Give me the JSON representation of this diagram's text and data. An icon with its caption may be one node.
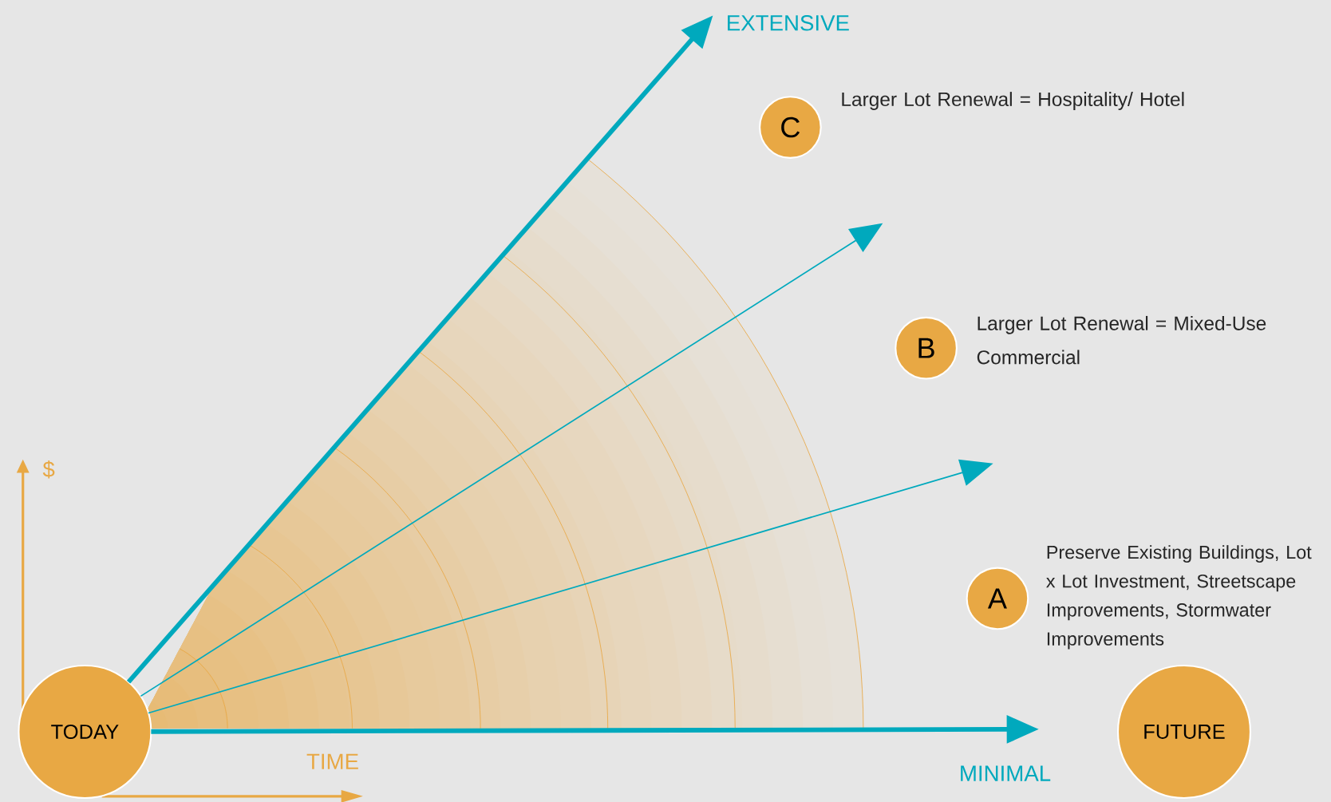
{
  "diagram": {
    "nodes": [
      {
        "text": [
          "C"
        ],
        "beside": [
          "Larger Lot Renewal = Hospitality/ Hotel"
        ]
      },
      {
        "text": [
          "B"
        ],
        "beside": [
          "Larger Lot Renewal = Mixed-Use Commercial"
        ]
      },
      {
        "text": [
          "A"
        ],
        "beside": [
          "Preserve Existing Buildings, Lot x Lot Investment, Streetscape Improvements, Stormwater Improvements"
        ]
      },
      {
        "text": [
          "TODAY"
        ]
      },
      {
        "text": [
          "FUTURE"
        ]
      }
    ],
    "edges": [
      {
        "from": 3,
        "to": null,
        "arrow": "to",
        "style": "thick"
      },
      {
        "from": 3,
        "to": null,
        "arrow": "to"
      },
      {
        "from": 3,
        "to": null,
        "arrow": "to"
      },
      {
        "from": 3,
        "to": null,
        "arrow": "to",
        "style": "thick"
      }
    ],
    "labels": [
      "EXTENSIVE",
      "$",
      "TIME",
      "MINIMAL"
    ]
  }
}
